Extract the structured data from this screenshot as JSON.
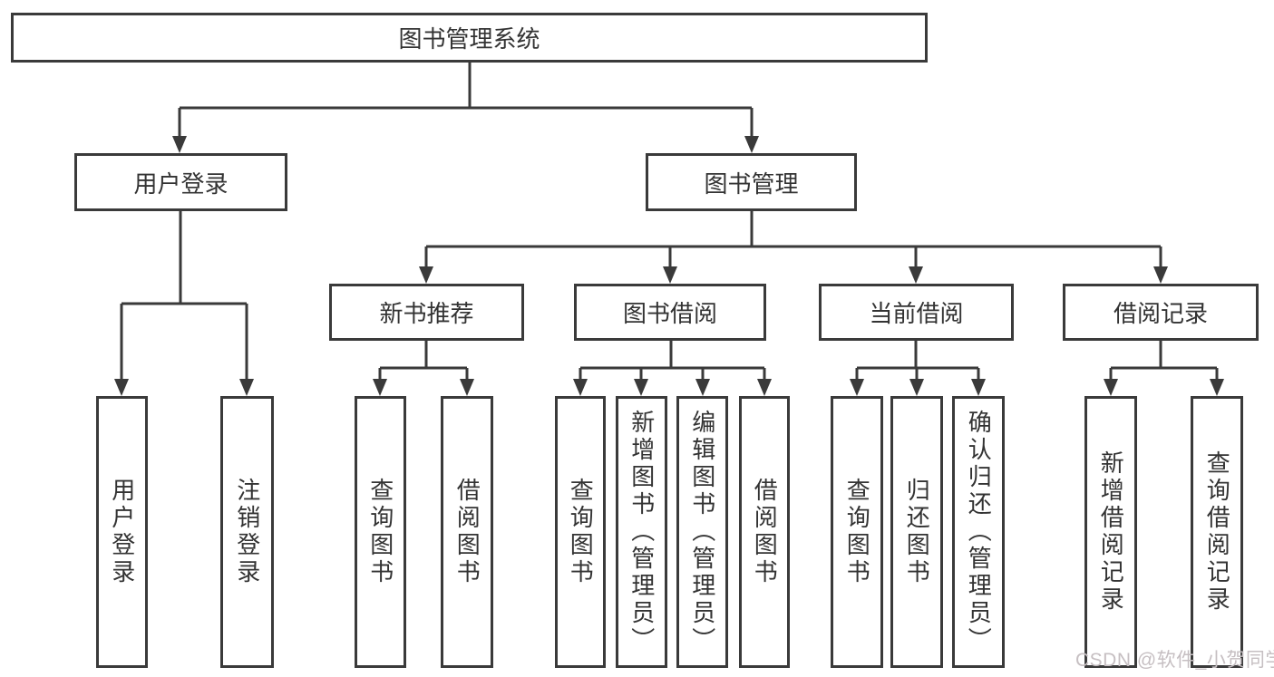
{
  "tree": {
    "root": {
      "label": "图书管理系统"
    },
    "branches": [
      {
        "label": "用户登录",
        "children": [
          {
            "label": "用户登录"
          },
          {
            "label": "注销登录"
          }
        ]
      },
      {
        "label": "图书管理",
        "children": [
          {
            "label": "新书推荐",
            "children": [
              {
                "label": "查询图书"
              },
              {
                "label": "借阅图书"
              }
            ]
          },
          {
            "label": "图书借阅",
            "children": [
              {
                "label": "查询图书"
              },
              {
                "label": "新增图书（管理员）"
              },
              {
                "label": "编辑图书（管理员）"
              },
              {
                "label": "借阅图书"
              }
            ]
          },
          {
            "label": "当前借阅",
            "children": [
              {
                "label": "查询图书"
              },
              {
                "label": "归还图书"
              },
              {
                "label": "确认归还（管理员）"
              }
            ]
          },
          {
            "label": "借阅记录",
            "children": [
              {
                "label": "新增借阅记录"
              },
              {
                "label": "查询借阅记录"
              }
            ]
          }
        ]
      }
    ]
  },
  "watermark": {
    "text": "CSDN @软件_小贺同学",
    "color": "#c6bfc2"
  },
  "colors": {
    "line": "#3a3a3a",
    "box_border": "#3a3a3a",
    "text": "#333333",
    "background": "#ffffff"
  }
}
